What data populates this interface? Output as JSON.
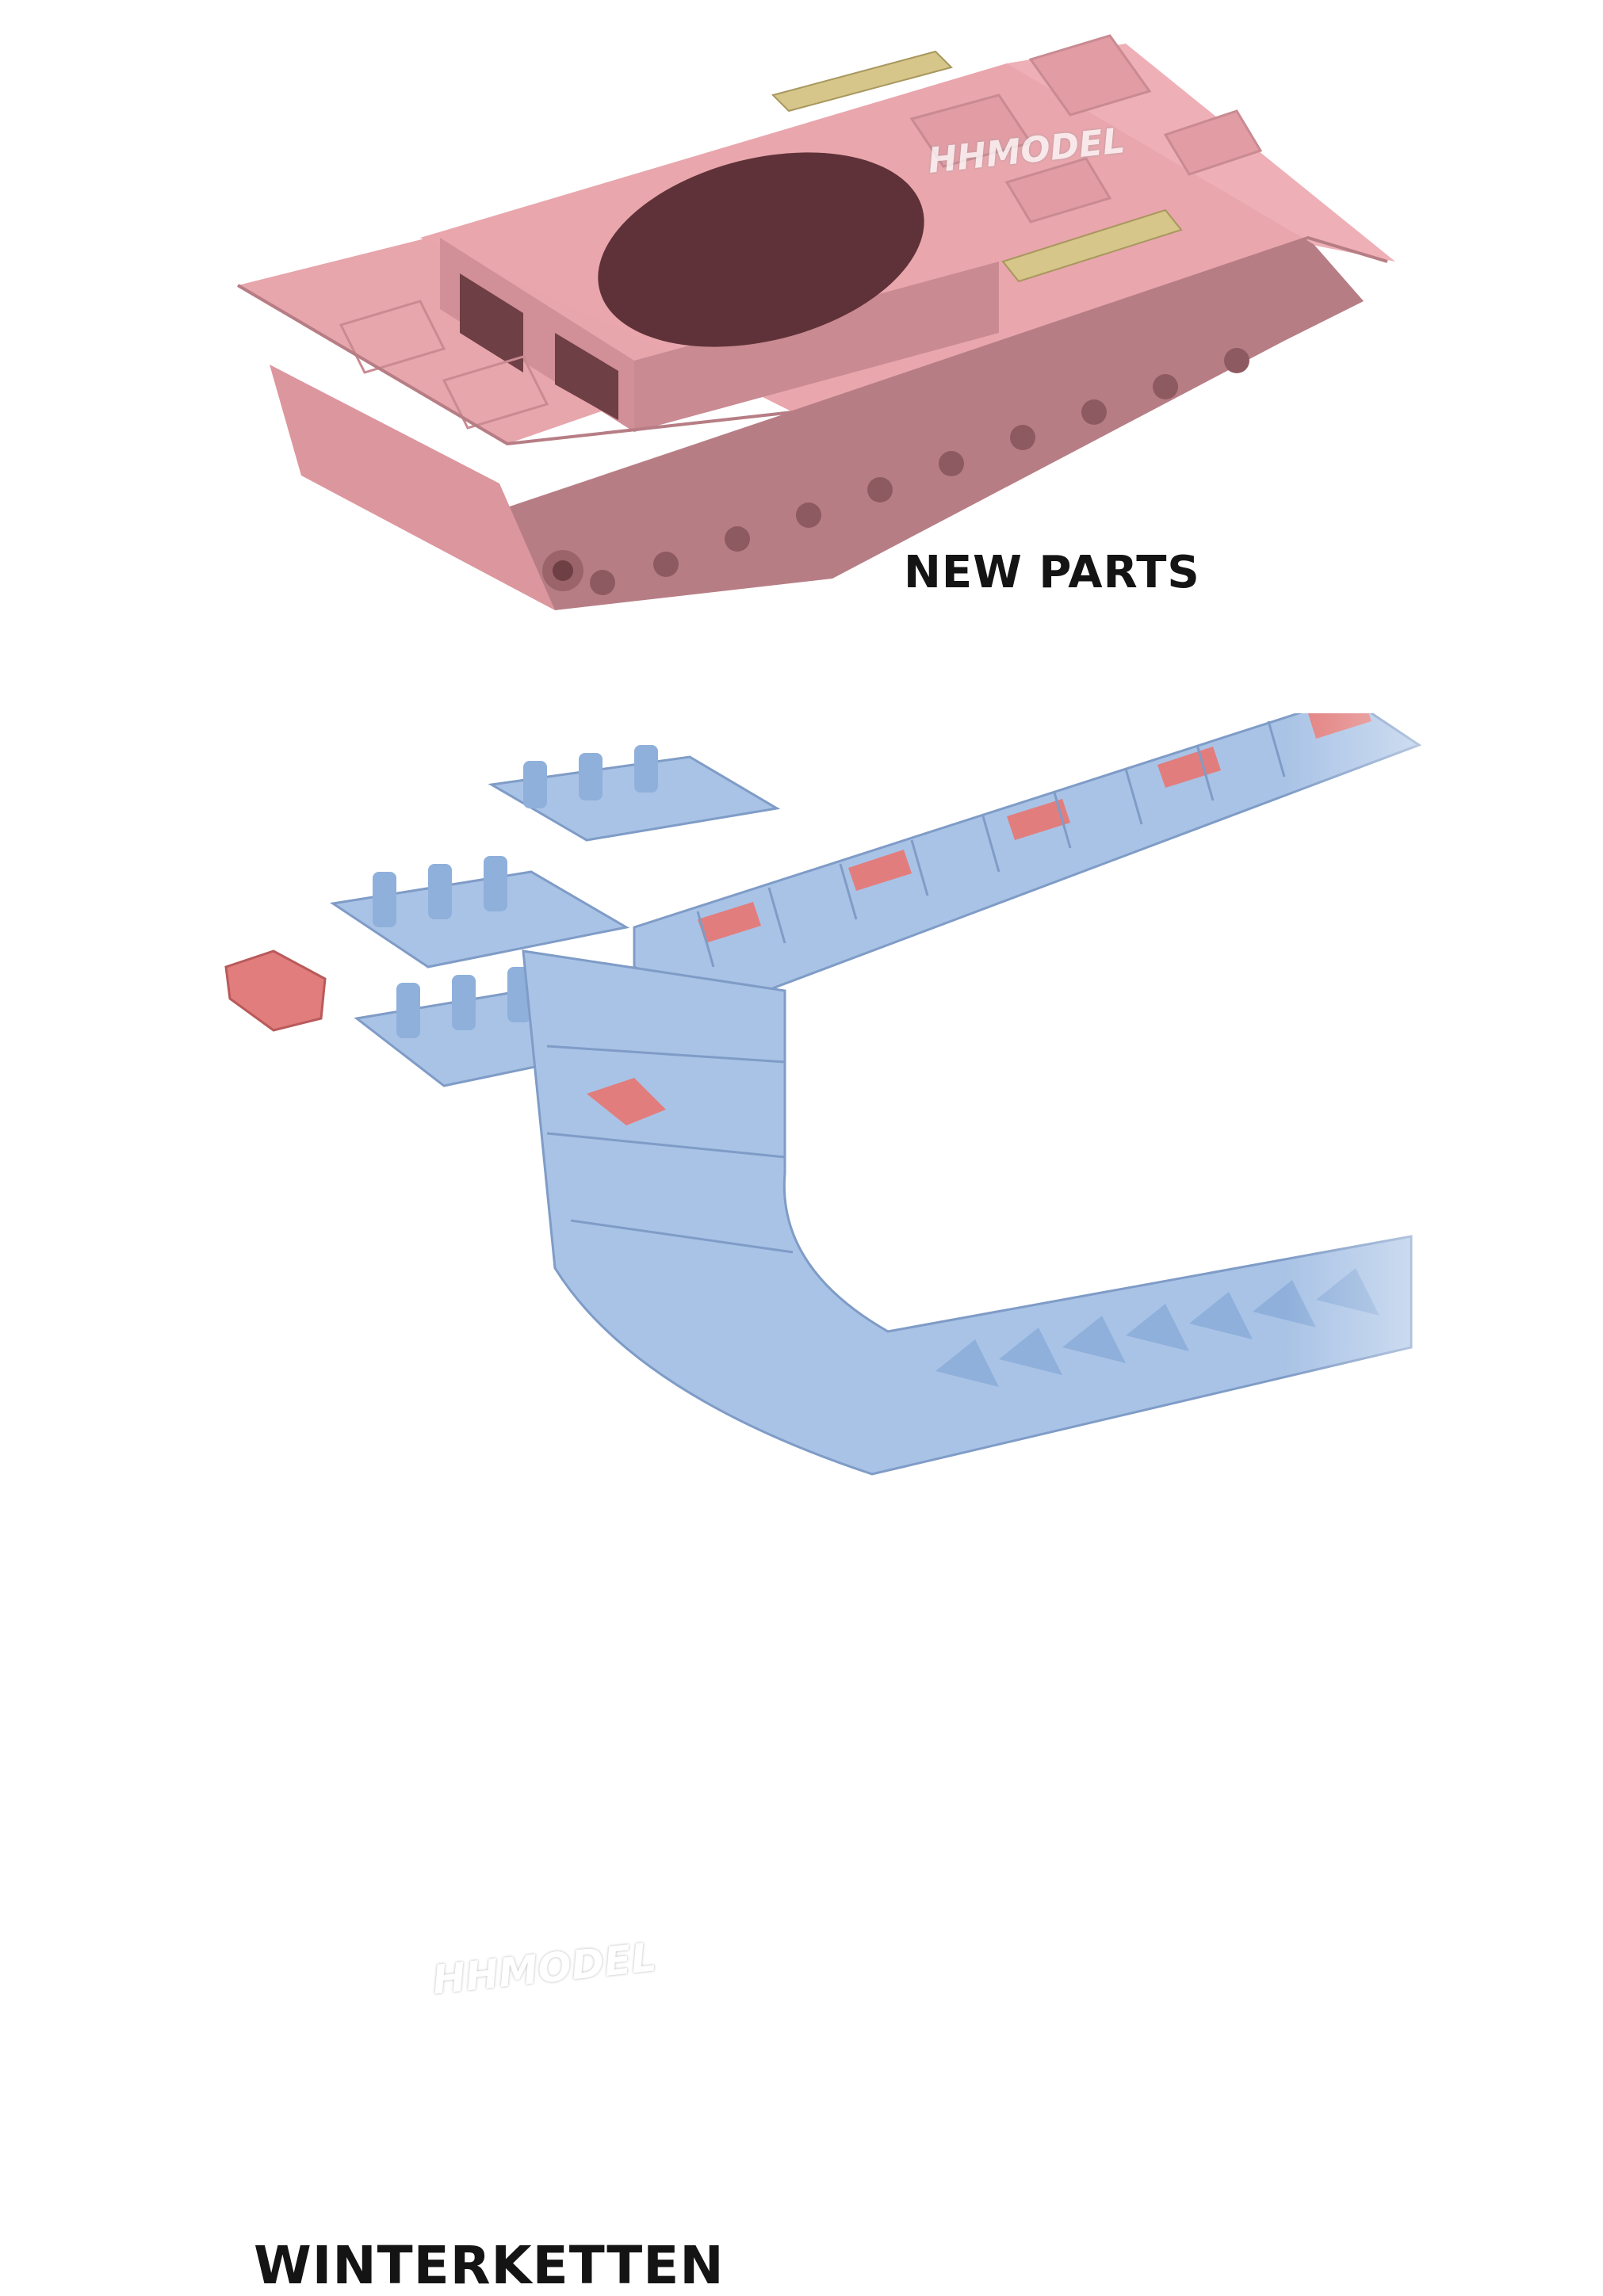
{
  "captions": {
    "top": "NEW PARTS",
    "bottom": "WINTERKETTEN"
  },
  "watermarks": {
    "top": "HHMODEL",
    "bottom": "HHMODEL"
  },
  "colors": {
    "hull_pink": "#e9a6ad",
    "hull_shadow": "#c98a92",
    "hull_dark": "#6e3f45",
    "mesh": "#d6c68a",
    "track_blue": "#a9c3e6",
    "track_shadow": "#7f9cc7",
    "part_red": "#e27d7d",
    "caption_text": "#141414"
  }
}
